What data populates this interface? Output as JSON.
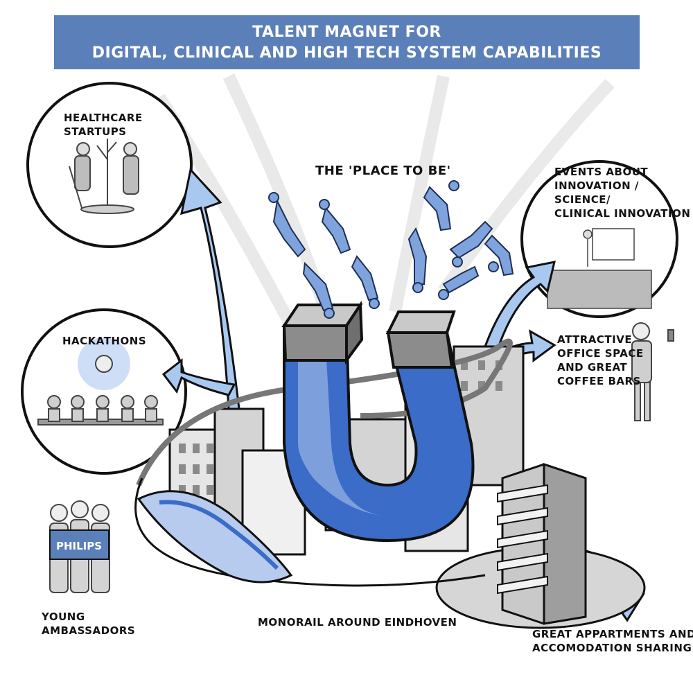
{
  "banner": {
    "line1": "TALENT MAGNET FOR",
    "line2": "DIGITAL, CLINICAL AND HIGH TECH SYSTEM CAPABILITIES"
  },
  "labels": {
    "healthcare_1": "HEALTHCARE",
    "healthcare_2": "STARTUPS",
    "hackathons": "HACKATHONS",
    "place_to_be": "THE 'PLACE TO BE'",
    "events_1": "EVENTS ABOUT",
    "events_2": "INNOVATION /",
    "events_3": "SCIENCE/",
    "events_4": "CLINICAL INNOVATION",
    "office_1": "ATTRACTIVE",
    "office_2": "OFFICE SPACE",
    "office_3": "AND GREAT",
    "office_4": "COFFEE BARS",
    "young_1": "YOUNG",
    "young_2": "AMBASSADORS",
    "monorail": "MONORAIL AROUND EINDHOVEN",
    "apartments_1": "GREAT APPARTMENTS AND/OR",
    "apartments_2": "ACCOMODATION SHARING",
    "philips_sign": "PHILIPS"
  },
  "colors": {
    "banner": "#5b7fb9",
    "magnet_blue": "#3a6cc8",
    "magnet_light": "#7d9fdc",
    "arrow_blue": "#a9c8ef",
    "people_blue": "#7fa3dc",
    "building_gray": "#d4d4d4"
  }
}
